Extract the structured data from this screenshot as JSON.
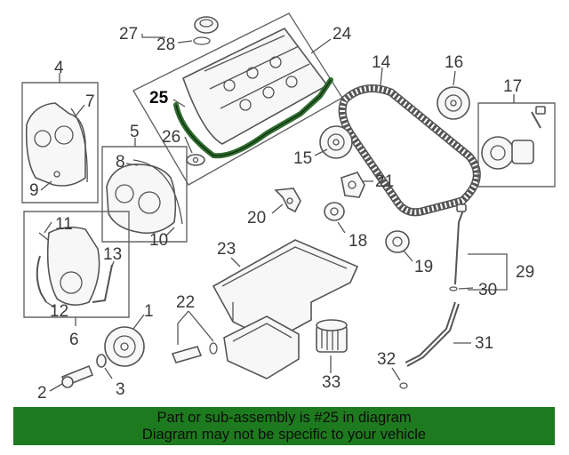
{
  "diagram": {
    "highlight_color": "#2e6b2e",
    "highlighted_part": "25",
    "labels": [
      "1",
      "2",
      "3",
      "4",
      "5",
      "6",
      "7",
      "8",
      "9",
      "10",
      "11",
      "12",
      "13",
      "14",
      "15",
      "16",
      "17",
      "18",
      "19",
      "20",
      "21",
      "22",
      "23",
      "24",
      "25",
      "26",
      "27",
      "28",
      "29",
      "30",
      "31",
      "32",
      "33"
    ]
  },
  "banner": {
    "line1": "Part or sub-assembly is #25 in diagram",
    "line2": "Diagram may not be specific to your vehicle",
    "background": "#1e7a1e"
  }
}
